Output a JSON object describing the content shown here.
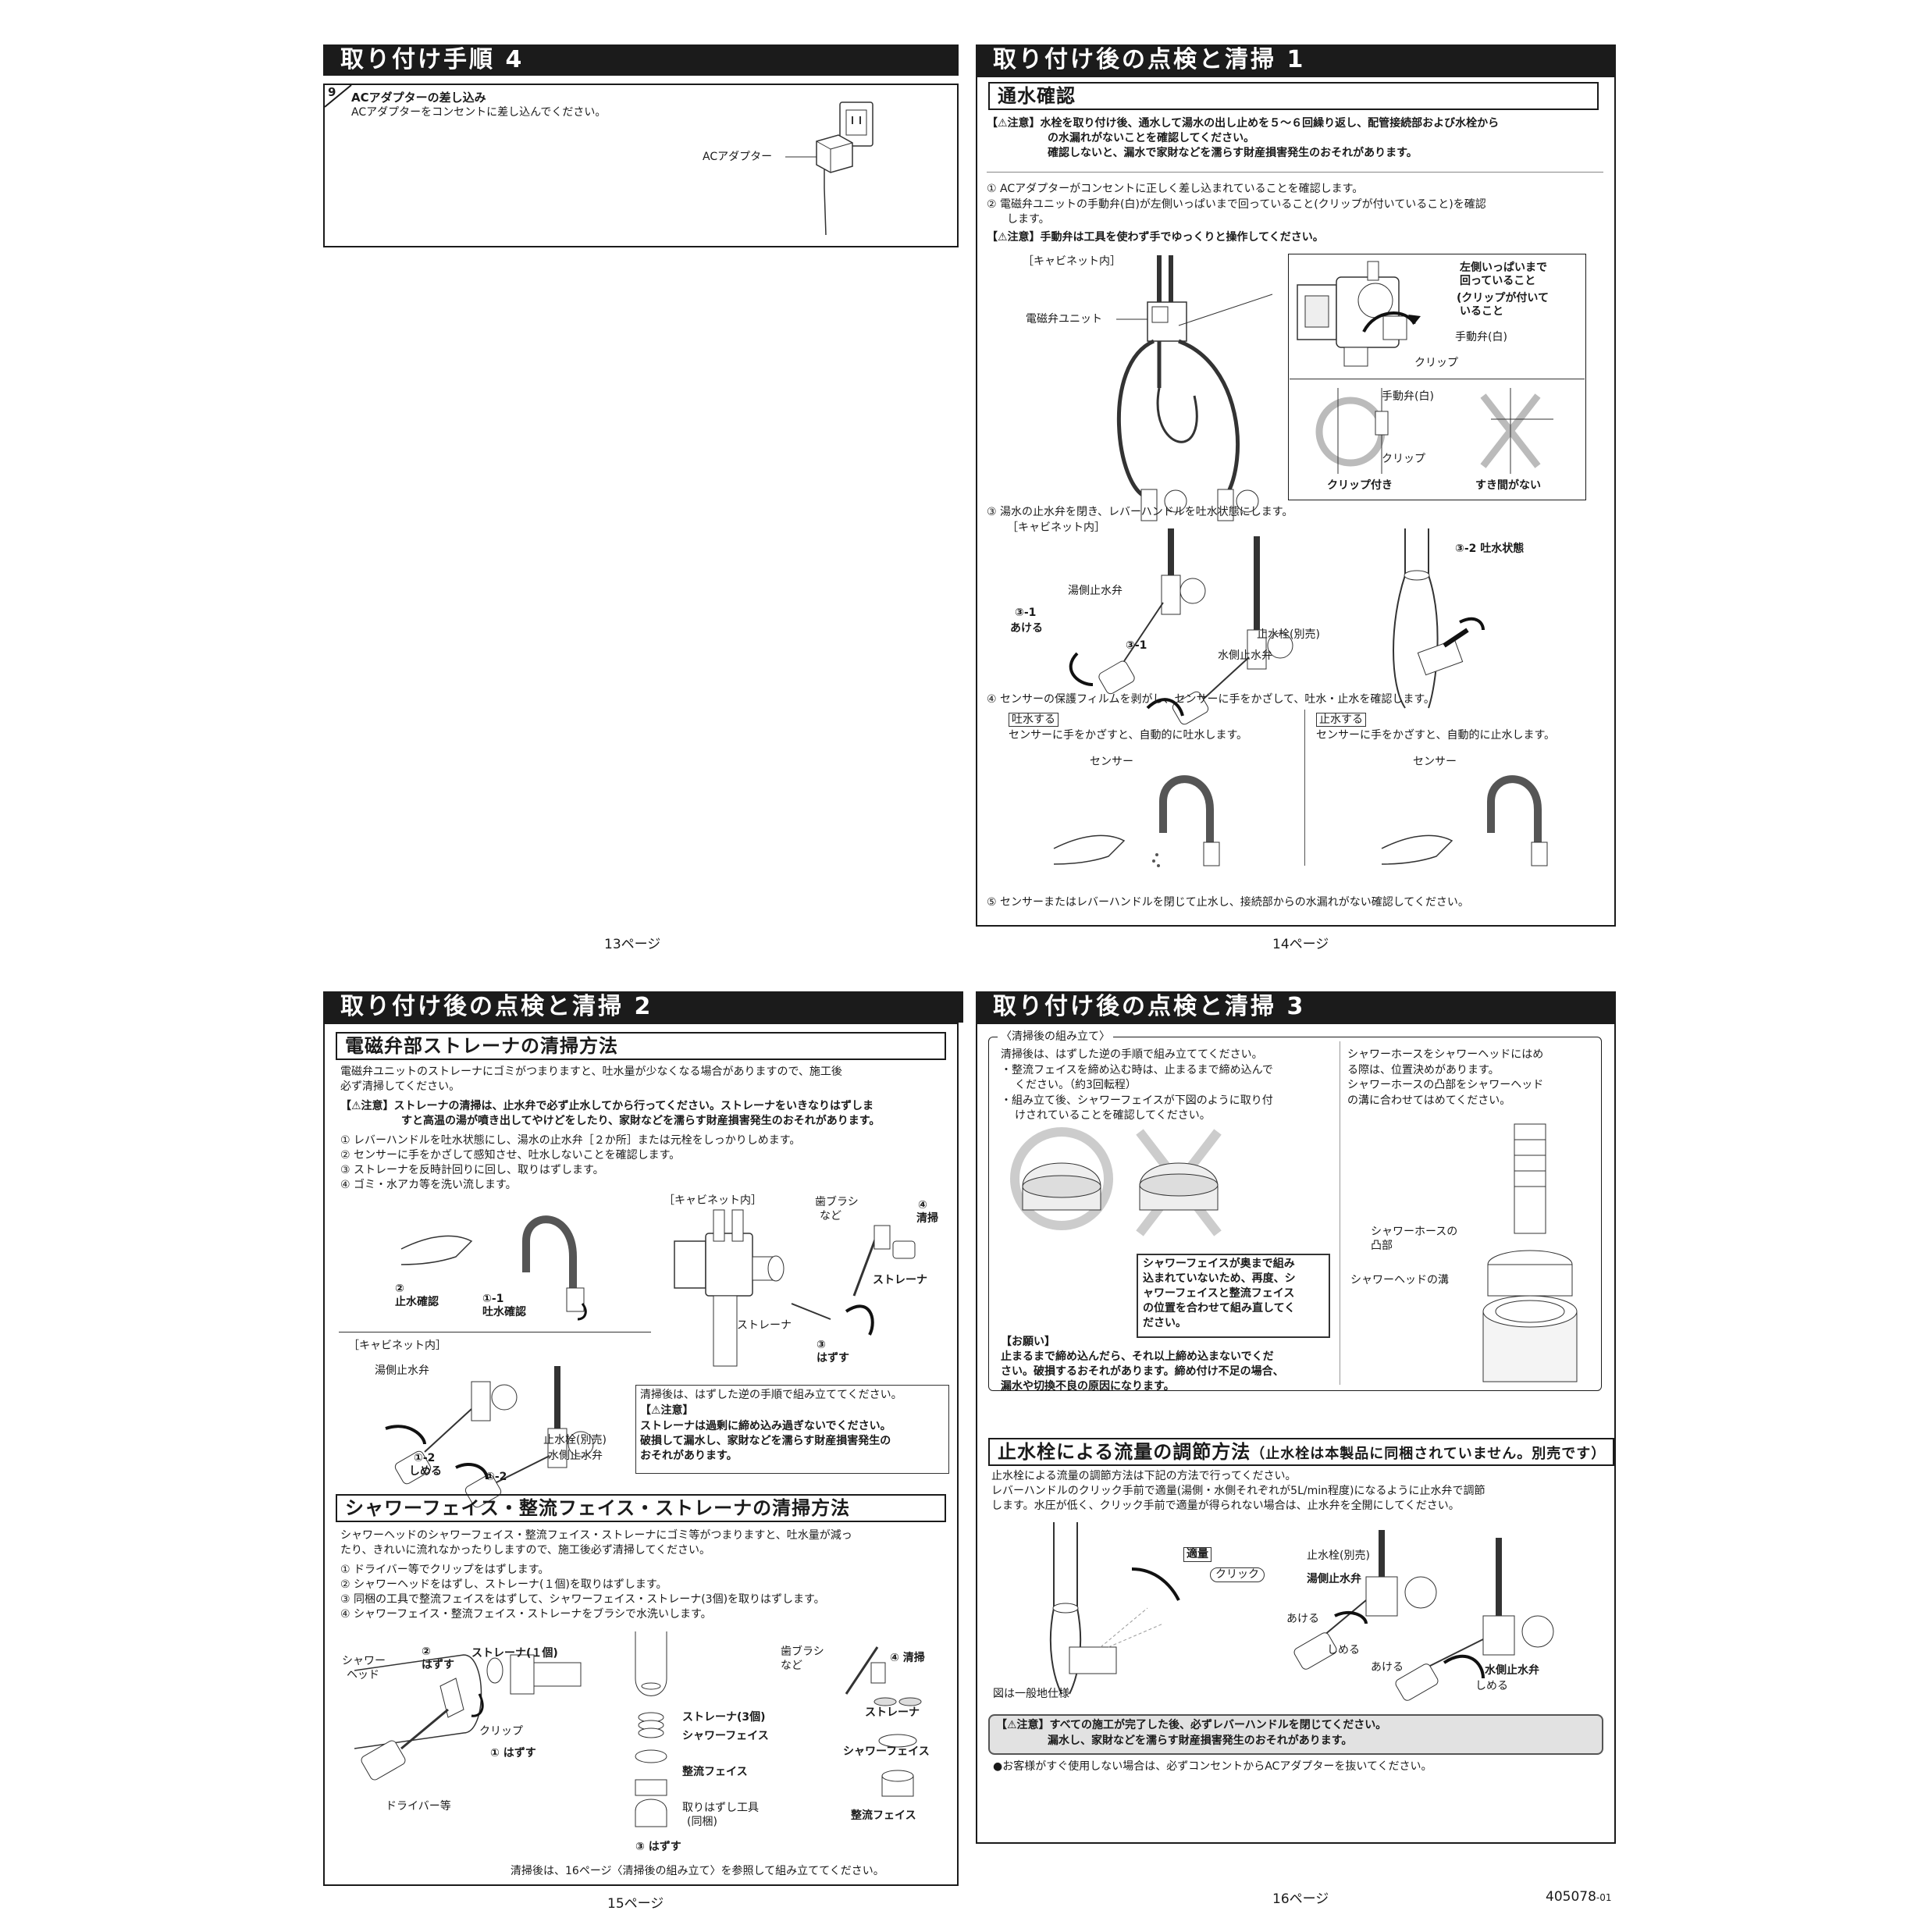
{
  "p13": {
    "title": "取り付け手順 4",
    "step_num": "9",
    "step_title": "ACアダプターの差し込み",
    "step_text": "ACアダプターをコンセントに差し込んでください。",
    "adapter_label": "ACアダプター",
    "page_label": "13ページ"
  },
  "p14": {
    "title": "取り付け後の点検と清掃 1",
    "section": "通水確認",
    "caution1": [
      "【⚠注意】水栓を取り付け後、通水して湯水の出し止めを５～６回繰り返し、配管接続部および水栓から",
      "の水漏れがないことを確認してください。",
      "確認しないと、漏水で家財などを濡らす財産損害発生のおそれがあります。"
    ],
    "step1": "① ACアダプターがコンセントに正しく差し込まれていることを確認します。",
    "step2": [
      "② 電磁弁ユニットの手動弁(白)が左側いっぱいまで回っていること(クリップが付いていること)を確認",
      "します。"
    ],
    "caution2": "【⚠注意】手動弁は工具を使わず手でゆっくりと操作してください。",
    "cabinet": "［キャビネット内］",
    "valve_unit": "電磁弁ユニット",
    "inset_note": [
      "左側いっぱいまで",
      "回っていること",
      "(クリップが付いて",
      "いること"
    ],
    "manual_valve": "手動弁(白)",
    "clip": "クリップ",
    "manual_valve2": "手動弁(白)",
    "clip2": "クリップ",
    "ok_label": "クリップ付き",
    "ng_label": "すき間がない",
    "step3": "③ 湯水の止水弁を閉き、レバーハンドルを吐水状態にします。",
    "cabinet2": "［キャビネット内］",
    "hot_valve": "湯側止水弁",
    "open_31": "③-1",
    "open_label": "あける",
    "open_31b": "③-1",
    "stop_plug": "止水栓(別売)",
    "cold_valve": "水側止水弁",
    "spout_state": "③-2 吐水状態",
    "step4": "④ センサーの保護フィルムを剥がし、センサーに手をかざして、吐水・止水を確認します。",
    "spout_box": "吐水する",
    "spout_text": "センサーに手をかざすと、自動的に吐水します。",
    "stop_box": "止水する",
    "stop_text": "センサーに手をかざすと、自動的に止水します。",
    "sensor": "センサー",
    "sensor2": "センサー",
    "step5": "⑤ センサーまたはレバーハンドルを閉じて止水し、接続部からの水漏れがない確認してください。",
    "page_label": "14ページ"
  },
  "p15": {
    "title": "取り付け後の点検と清掃 2",
    "section1": "電磁弁部ストレーナの清掃方法",
    "intro": [
      "電磁弁ユニットのストレーナにゴミがつまりますと、吐水量が少なくなる場合がありますので、施工後",
      "必ず清掃してください。"
    ],
    "caution": [
      "【⚠注意】ストレーナの清掃は、止水弁で必ず止水してから行ってください。ストレーナをいきなりはずしま",
      "すと高温の湯が噴き出してやけどをしたり、家財などを濡らす財産損害発生のおそれがあります。"
    ],
    "steps": [
      "① レバーハンドルを吐水状態にし、湯水の止水弁［２か所］または元栓をしっかりしめます。",
      "② センサーに手をかざして感知させ、吐水しないことを確認します。",
      "③ ストレーナを反時計回りに回し、取りはずします。",
      "④ ゴミ・水アカ等を洗い流します。"
    ],
    "cabinet": "［キャビネット内］",
    "toothbrush": [
      "歯ブラシ",
      "など"
    ],
    "clean4": [
      "④",
      "清掃"
    ],
    "strainer": "ストレーナ",
    "strainer2": "ストレーナ",
    "remove3": [
      "③",
      "はずす"
    ],
    "conf2": [
      "②",
      "止水確認"
    ],
    "close11": [
      "①-1",
      "吐水確認"
    ],
    "cabinet2": "［キャビネット内］",
    "hot_valve": "湯側止水弁",
    "close12": [
      "①-2",
      "しめる"
    ],
    "close12b": "①-2",
    "stop_plug": "止水栓(別売)",
    "cold_valve": "水側止水弁",
    "note_box": [
      "清掃後は、はずした逆の手順で組み立ててください。",
      "【⚠注意】",
      "ストレーナは過剰に締め込み過ぎないでください。",
      "破損して漏水し、家財などを濡らす財産損害発生の",
      "おそれがあります。"
    ],
    "section2": "シャワーフェイス・整流フェイス・ストレーナの清掃方法",
    "intro2": [
      "シャワーヘッドのシャワーフェイス・整流フェイス・ストレーナにゴミ等がつまりますと、吐水量が減っ",
      "たり、きれいに流れなかったりしますので、施工後必ず清掃してください。"
    ],
    "steps2": [
      "① ドライバー等でクリップをはずします。",
      "② シャワーヘッドをはずし、ストレーナ(１個)を取りはずします。",
      "③ 同梱の工具で整流フェイスをはずして、シャワーフェイス・ストレーナ(3個)を取りはずします。",
      "④ シャワーフェイス・整流フェイス・ストレーナをブラシで水洗いします。"
    ],
    "shower_head": [
      "シャワー",
      "ヘッド"
    ],
    "remove2": [
      "②",
      "はずす"
    ],
    "strainer1": "ストレーナ(１個)",
    "clip": "クリップ",
    "remove1": "① はずす",
    "driver": "ドライバー等",
    "strainer3": "ストレーナ(3個)",
    "shower_face": "シャワーフェイス",
    "flow_face": "整流フェイス",
    "tool": [
      "取りはずし工具",
      "(同梱)"
    ],
    "remove3b": "③ はずす",
    "toothbrush2": [
      "歯ブラシ",
      "など"
    ],
    "clean4b": "④ 清掃",
    "strainer_b": "ストレーナ",
    "shower_face_b": "シャワーフェイス",
    "flow_face_b": "整流フェイス",
    "footer": "清掃後は、16ページ〈清掃後の組み立て〉を参照して組み立ててください。",
    "page_label": "15ページ"
  },
  "p16": {
    "title": "取り付け後の点検と清掃 3",
    "assembly_title": "〈清掃後の組み立て〉",
    "assembly": [
      "清掃後は、はずした逆の手順で組み立ててください。",
      "・整流フェイスを締め込む時は、止まるまで締め込んで",
      "ください。（約3回転程）",
      "・組み立て後、シャワーフェイスが下図のように取り付",
      "けされていることを確認してください。"
    ],
    "right_text": [
      "シャワーホースをシャワーヘッドにはめ",
      "る際は、位置決めがあります。",
      "シャワーホースの凸部をシャワーヘッド",
      "の溝に合わせてはめてください。"
    ],
    "ng_note": [
      "シャワーフェイスが奥まで組み",
      "込まれていないため、再度、シ",
      "ャワーフェイスと整流フェイス",
      "の位置を合わせて組み直してく",
      "ださい。"
    ],
    "hose_convex": [
      "シャワーホースの",
      "凸部"
    ],
    "head_groove": "シャワーヘッドの溝",
    "request_title": "【お願い】",
    "request": [
      "止まるまで締め込んだら、それ以上締め込まないでくだ",
      "さい。破損するおそれがあります。締め付け不足の場合、",
      "漏水や切換不良の原因になります。"
    ],
    "section2": "止水栓による流量の調節方法",
    "section2_note": "（止水栓は本製品に同梱されていません。別売です）",
    "flow_text": [
      "止水栓による流量の調節方法は下記の方法で行ってください。",
      "レバーハンドルのクリック手前で適量(湯側・水側それぞれが5L/min程度)になるように止水弁で調節",
      "します。水圧が低く、クリック手前で適量が得られない場合は、止水弁を全開にしてください。"
    ],
    "proper": "適量",
    "click": "クリック",
    "stop_plug": "止水栓(別売)",
    "hot_valve": "湯側止水弁",
    "open": "あける",
    "close": "しめる",
    "open2": "あける",
    "cold_valve": "水側止水弁",
    "close2": "しめる",
    "general": "図は一般地仕様",
    "final_caution": [
      "【⚠注意】すべての施工が完了した後、必ずレバーハンドルを閉じてください。",
      "漏水し、家財などを濡らす財産損害発生のおそれがあります。"
    ],
    "final_note": "●お客様がすぐ使用しない場合は、必ずコンセントからACアダプターを抜いてください。",
    "page_label": "16ページ",
    "doc_code": "405078",
    "doc_rev": "-01"
  }
}
